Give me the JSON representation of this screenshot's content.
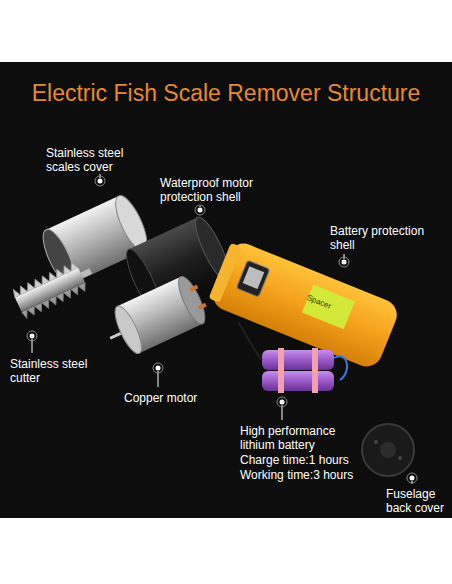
{
  "diagram": {
    "title": "Electric Fish Scale Remover Structure",
    "labels": [
      "Stainless steel scales cover",
      "Waterproof motor protection shell",
      "Battery protection shell",
      "Stainless steel cutter",
      "Copper motor",
      "High performance lithium battery",
      "Charge time:1 hours",
      "Working time:3 hours",
      "Fuselage back cover",
      "Spacer"
    ]
  }
}
